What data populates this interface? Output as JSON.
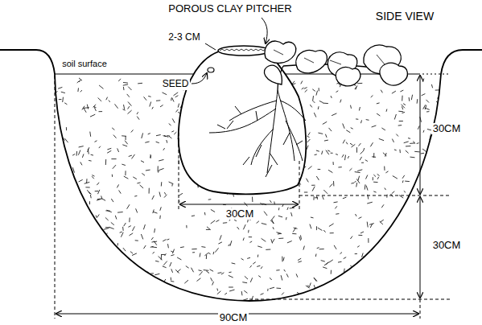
{
  "diagram": {
    "labels": [
      "POROUS CLAY PITCHER",
      "SIDE VIEW",
      "2-3 CM",
      "soil surface",
      "SEED",
      "30CM",
      "30CM",
      "30CM",
      "90CM"
    ]
  }
}
